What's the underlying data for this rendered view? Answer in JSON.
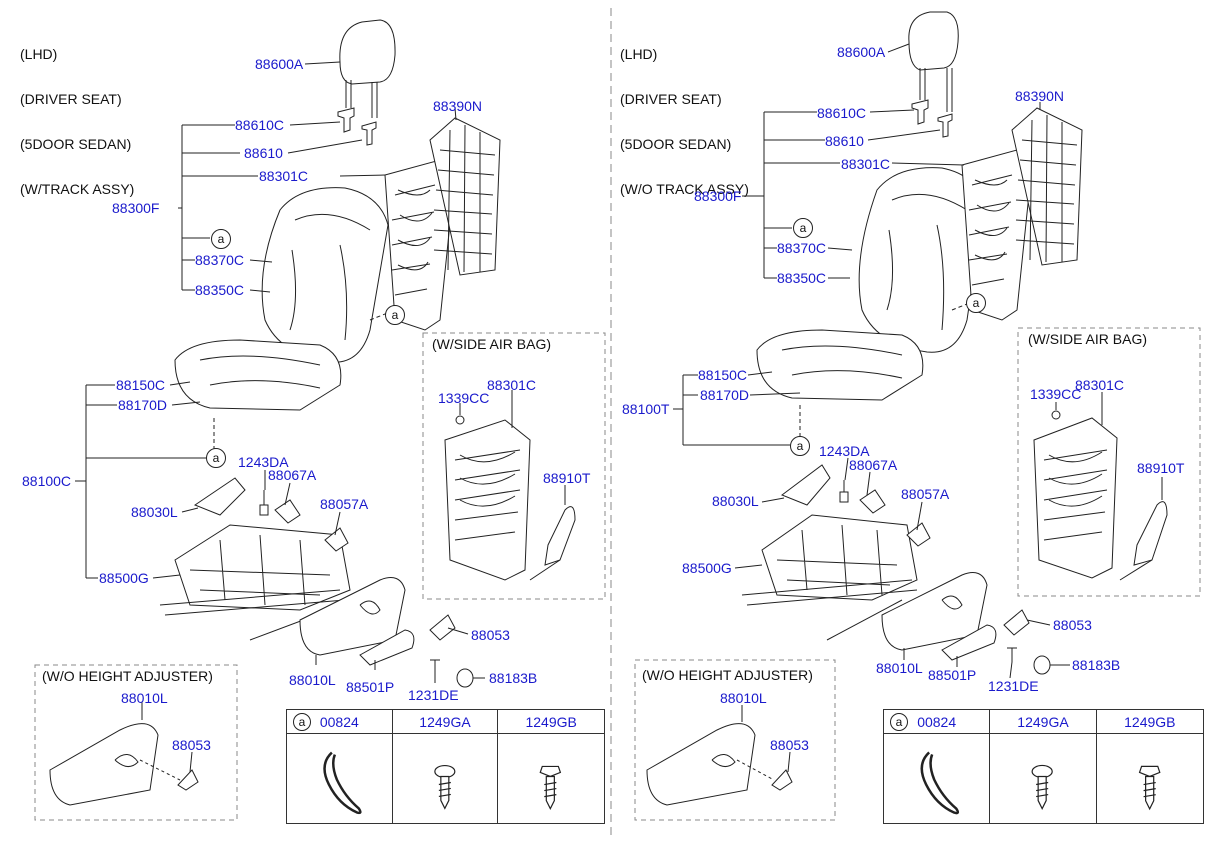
{
  "left": {
    "header": [
      "(LHD)",
      "(DRIVER SEAT)",
      "(5DOOR SEDAN)",
      "(W/TRACK ASSY)"
    ],
    "labels": {
      "p88600A": "88600A",
      "p88390N": "88390N",
      "p88610C": "88610C",
      "p88610": "88610",
      "p88301C": "88301C",
      "p88300F": "88300F",
      "p88370C": "88370C",
      "p88350C": "88350C",
      "p88150C": "88150C",
      "p88170D": "88170D",
      "p88100C": "88100C",
      "p1243DA": "1243DA",
      "p88067A": "88067A",
      "p88030L": "88030L",
      "p88057A": "88057A",
      "p88500G": "88500G",
      "p88053": "88053",
      "p88010L": "88010L",
      "p88501P": "88501P",
      "p1231DE": "1231DE",
      "p88183B": "88183B"
    },
    "airbag_box": {
      "title": "(W/SIDE AIR BAG)",
      "p1339CC": "1339CC",
      "p88301C": "88301C",
      "p88910T": "88910T"
    },
    "height_box": {
      "title": "(W/O HEIGHT ADJUSTER)",
      "p88010L": "88010L",
      "p88053": "88053"
    },
    "table": {
      "marker": "a",
      "cols": [
        "00824",
        "1249GA",
        "1249GB"
      ]
    }
  },
  "right": {
    "header": [
      "(LHD)",
      "(DRIVER SEAT)",
      "(5DOOR SEDAN)",
      "(W/O TRACK ASSY)"
    ],
    "labels": {
      "p88600A": "88600A",
      "p88390N": "88390N",
      "p88610C": "88610C",
      "p88610": "88610",
      "p88301C": "88301C",
      "p88300F": "88300F",
      "p88370C": "88370C",
      "p88350C": "88350C",
      "p88150C": "88150C",
      "p88100T": "88100T",
      "p88170D": "88170D",
      "p1243DA": "1243DA",
      "p88067A": "88067A",
      "p88030L": "88030L",
      "p88057A": "88057A",
      "p88500G": "88500G",
      "p88053": "88053",
      "p88010L": "88010L",
      "p88501P": "88501P",
      "p1231DE": "1231DE",
      "p88183B": "88183B"
    },
    "airbag_box": {
      "title": "(W/SIDE AIR BAG)",
      "p1339CC": "1339CC",
      "p88301C": "88301C",
      "p88910T": "88910T"
    },
    "height_box": {
      "title": "(W/O HEIGHT ADJUSTER)",
      "p88010L": "88010L",
      "p88053": "88053"
    },
    "table": {
      "marker": "a",
      "cols": [
        "00824",
        "1249GA",
        "1249GB"
      ]
    }
  },
  "ref_marker": "a",
  "colors": {
    "callout": "#1a1acc",
    "line": "#222222",
    "dash": "#888888"
  }
}
